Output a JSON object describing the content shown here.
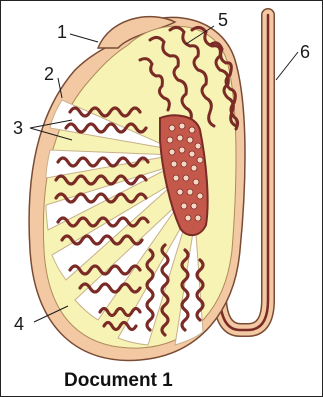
{
  "labels": [
    "1",
    "2",
    "3",
    "4",
    "5",
    "6"
  ],
  "caption": "Document 1",
  "colors": {
    "outer_layer": "#f2c9a3",
    "outer_stroke": "#7a4b34",
    "inner_fill": "#f6f3b4",
    "tubule": "#7a2b26",
    "tubule_light": "#d58a6a",
    "septum": "#ffffff",
    "background": "#ffffff"
  }
}
